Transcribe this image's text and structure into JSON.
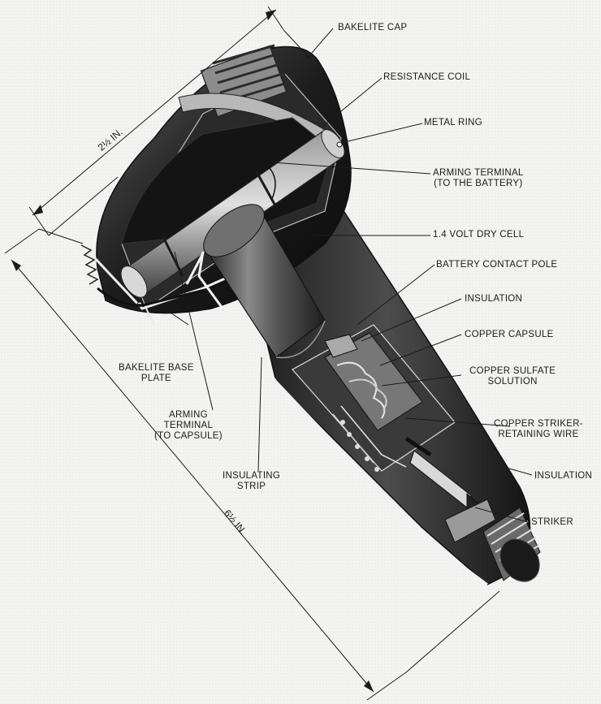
{
  "labels": {
    "bakelite_cap": "BAKELITE CAP",
    "resistance_coil": "RESISTANCE COIL",
    "metal_ring": "METAL RING",
    "arming_terminal_battery_1": "ARMING TERMINAL",
    "arming_terminal_battery_2": "(TO THE BATTERY)",
    "dry_cell": "1.4 VOLT DRY CELL",
    "battery_contact_pole": "BATTERY CONTACT POLE",
    "insulation_upper": "INSULATION",
    "copper_capsule": "COPPER CAPSULE",
    "copper_sulfate_1": "COPPER SULFATE",
    "copper_sulfate_2": "SOLUTION",
    "striker_wire_1": "COPPER STRIKER-",
    "striker_wire_2": "RETAINING WIRE",
    "insulation_lower": "INSULATION",
    "striker": "STRIKER",
    "bakelite_base_1": "BAKELITE BASE",
    "bakelite_base_2": "PLATE",
    "arming_terminal_capsule_1": "ARMING",
    "arming_terminal_capsule_2": "TERMINAL",
    "arming_terminal_capsule_3": "(TO CAPSULE)",
    "insulating_strip_1": "INSULATING",
    "insulating_strip_2": "STRIP"
  },
  "dimensions": {
    "width": "2½ IN.",
    "length": "6½ IN."
  }
}
